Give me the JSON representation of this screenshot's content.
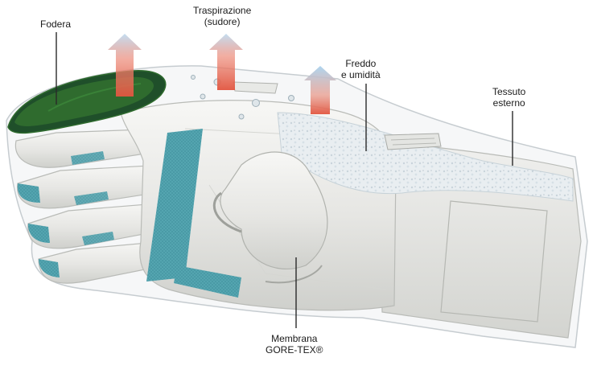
{
  "labels": {
    "lining": "Fodera",
    "perspiration_line1": "Traspirazione",
    "perspiration_line2": "(sudore)",
    "cold_line1": "Freddo",
    "cold_line2": "e umidità",
    "outer_line1": "Tessuto",
    "outer_line2": "esterno",
    "membrane_line1": "Membrana",
    "membrane_line2": "GORE-TEX®"
  },
  "colors": {
    "lining_green": "#2f6b2e",
    "membrane_teal": "#4a9aa6",
    "arrow_red": "#e2553f",
    "arrow_blue": "#8ec5e8",
    "glove_white": "#ececea"
  }
}
